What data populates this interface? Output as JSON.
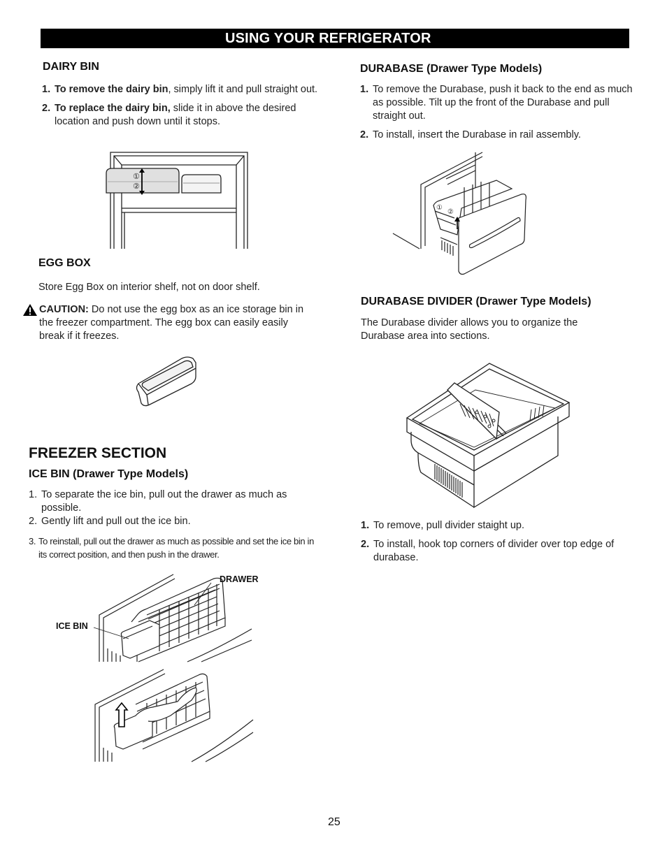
{
  "header": {
    "title": "USING YOUR REFRIGERATOR"
  },
  "dairy_bin": {
    "heading": "DAIRY BIN",
    "steps": [
      {
        "num": "1.",
        "bold": "To remove the dairy bin",
        "text": ", simply lift it and pull straight out."
      },
      {
        "num": "2.",
        "bold": "To replace the dairy bin,",
        "text": " slide it in above the desired location and push down until it stops."
      }
    ],
    "markers": [
      "①",
      "②"
    ]
  },
  "egg_box": {
    "heading": "EGG BOX",
    "text": "Store Egg Box on interior shelf, not on door shelf.",
    "caution_label": "CAUTION:",
    "caution_text": " Do not use the egg box as an ice storage bin in the freezer compartment. The egg box can easily easily break if it freezes."
  },
  "freezer": {
    "heading": "FREEZER SECTION",
    "ice_bin_heading": "ICE BIN (Drawer Type Models)",
    "steps": [
      {
        "num": "1.",
        "text": "To separate the ice bin, pull out the drawer as much as possible."
      },
      {
        "num": "2.",
        "text": "Gently lift and pull out the ice bin."
      }
    ],
    "step3": {
      "num": "3.",
      "text": "To reinstall, pull out the drawer as much as possible and set the ice bin in its correct position, and then push in the drawer."
    },
    "callout_drawer": "DRAWER",
    "callout_ice_bin": "ICE BIN"
  },
  "durabase": {
    "heading": "DURABASE  (Drawer Type Models)",
    "steps": [
      {
        "num": "1.",
        "text": "To remove the Durabase, push it back to the end as much as possible. Tilt up the front of the Durabase and pull straight out."
      },
      {
        "num": "2.",
        "text": "To install, insert the Durabase in rail assembly."
      }
    ],
    "markers": [
      "①",
      "②"
    ]
  },
  "durabase_divider": {
    "heading": "DURABASE DIVIDER (Drawer Type Models)",
    "text": "The Durabase divider allows you to organize the Durabase area into sections.",
    "steps": [
      {
        "num": "1.",
        "text": "To remove, pull divider staight up."
      },
      {
        "num": "2.",
        "text": "To install, hook top corners of divider over top edge of durabase."
      }
    ]
  },
  "footer": {
    "page_number": "25"
  }
}
